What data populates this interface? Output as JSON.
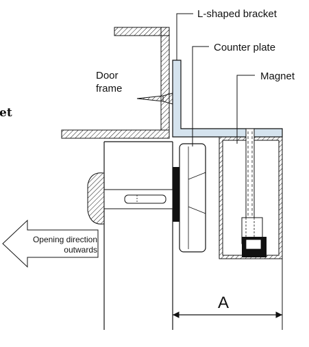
{
  "labels": {
    "bracket": "L-shaped bracket",
    "counter_plate": "Counter plate",
    "magnet": "Magnet",
    "door_frame_line1": "Door",
    "door_frame_line2": "frame",
    "direction_line1": "Opening direction",
    "direction_line2": "outwards",
    "dimension": "A",
    "cut_off_text": "et"
  },
  "colors": {
    "bracket_fill": "#d5e3ee",
    "line": "#111111",
    "hatch": "#111111",
    "magnet_dark": "#111111"
  }
}
